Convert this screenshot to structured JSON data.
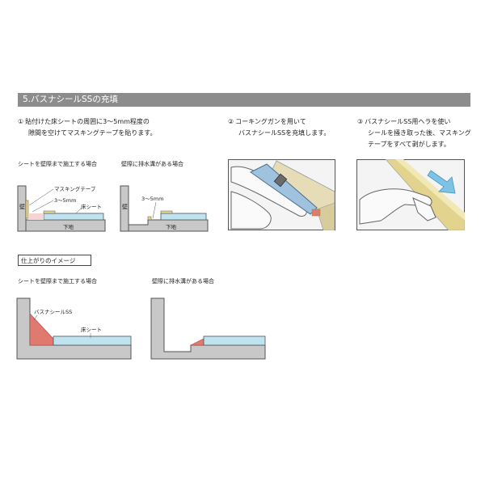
{
  "header": {
    "title": "5.バスナシールSSの充填"
  },
  "steps": [
    {
      "num": "①",
      "line1": "貼付けた床シートの周囲に3〜5mm程度の",
      "line2": "隙間を空けてマスキングテープを貼ります。"
    },
    {
      "num": "②",
      "line1": "コーキングガンを用いて",
      "line2": "バスナシールSSを充填します。"
    },
    {
      "num": "③",
      "line1": "バスナシールSS用ヘラを使い",
      "line2": "シールを掻き取った後、マスキング",
      "line3": "テープをすべて剥がします。"
    }
  ],
  "diagram_small": {
    "left_caption": "シートを壁際まで施工する場合",
    "right_caption": "壁際に排水溝がある場合",
    "wall": "壁",
    "masking_tape": "マスキングテープ",
    "gap": "3〜5mm",
    "floor_sheet": "床シート",
    "substrate": "下地"
  },
  "finish": {
    "section_title": "仕上がりのイメージ",
    "left_caption": "シートを壁際まで施工する場合",
    "right_caption": "壁際に排水溝がある場合",
    "sealant": "バスナシールSS",
    "floor_sheet": "床シート"
  },
  "colors": {
    "header_bg": "#8c8c8c",
    "floor_sheet": "#bfe3ef",
    "sealant": "#e07a6e",
    "substrate": "#c8c8c8",
    "tape": "#e8d48a"
  }
}
